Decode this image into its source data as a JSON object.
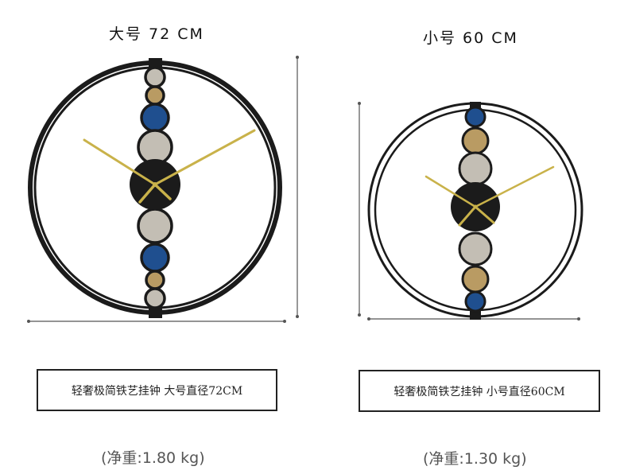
{
  "products": [
    {
      "id": "large",
      "size_title": "大号 72 CM",
      "caption": "轻奢极简铁艺挂钟 大号直径72CM",
      "weight": "(净重:1.80 kg)"
    },
    {
      "id": "small",
      "size_title": "小号 60 CM",
      "caption": "轻奢极简铁艺挂钟 小号直径60CM",
      "weight": "(净重:1.30 kg)"
    }
  ],
  "colors": {
    "frame": "#1b1b1b",
    "hands": "#c9b24a",
    "disc_blue": "#1f4f8f",
    "disc_gold": "#b99b63",
    "disc_silver": "#c3beb4",
    "dimension_line": "#555555"
  }
}
